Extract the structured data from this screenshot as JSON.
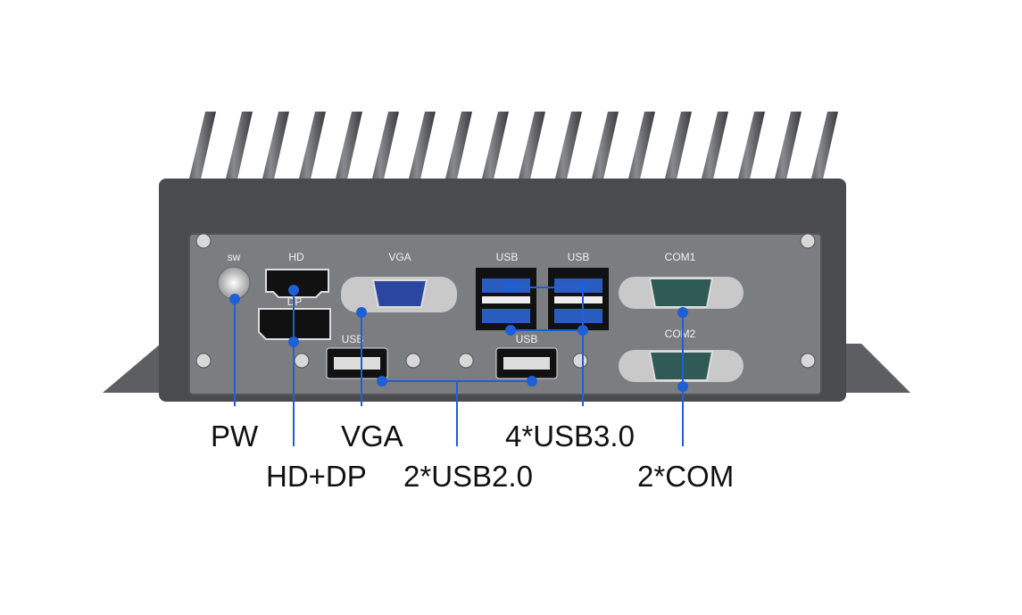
{
  "panel_labels": {
    "sw": "sw",
    "hd": "HD",
    "dp": "DP",
    "vga": "VGA",
    "usb_top_left": "USB",
    "usb_top_right": "USB",
    "com1": "COM1",
    "usb_bottom_left": "USB",
    "usb_bottom_right": "USB",
    "com2": "COM2"
  },
  "callouts": {
    "pw": "PW",
    "hd_dp": "HD+DP",
    "vga": "VGA",
    "usb2": "2*USB2.0",
    "usb3": "4*USB3.0",
    "com": "2*COM"
  },
  "colors": {
    "callout_line": "#1f5fd6",
    "chassis": "#6e6f72",
    "panel": "#7c7d80"
  }
}
